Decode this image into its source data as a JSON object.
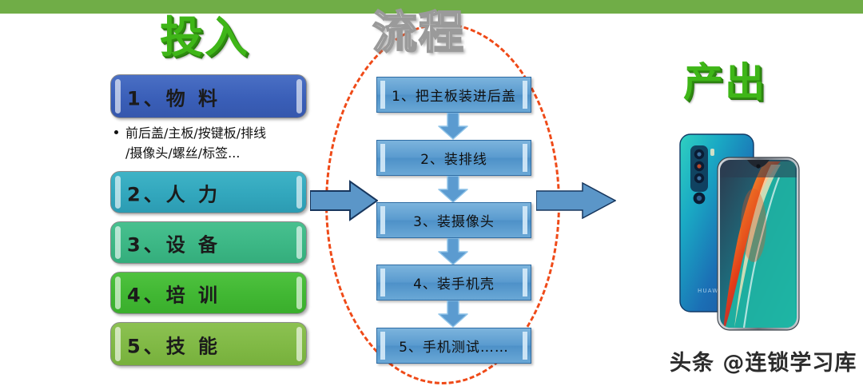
{
  "slide": {
    "background_color": "#ffffff",
    "top_band_color": "#70ad47"
  },
  "sections": {
    "input": {
      "heading": "投入",
      "heading_color": "#3fb618",
      "items": [
        {
          "label": "1、物  料",
          "color": "#3a5fb8"
        },
        {
          "label": "2、人  力",
          "color": "#32a7bd"
        },
        {
          "label": "3、设  备",
          "color": "#3cb785"
        },
        {
          "label": "4、培  训",
          "color": "#41b733"
        },
        {
          "label": "5、技  能",
          "color": "#80b945"
        }
      ],
      "note": {
        "line1": "前后盖/主板/按键板/排线",
        "line2": "/摄像头/螺丝/标签..."
      }
    },
    "process": {
      "heading": "流程",
      "heading_color": "#ffffff",
      "outline_color": "#9a9a9a",
      "ellipse_color": "#ef4a18",
      "box_color": "#5a9bcf",
      "steps": [
        {
          "label": "1、把主板装进后盖"
        },
        {
          "label": "2、装排线"
        },
        {
          "label": "3、装摄像头"
        },
        {
          "label": "4、装手机壳"
        },
        {
          "label": "5、手机测试……"
        }
      ]
    },
    "output": {
      "heading": "产出",
      "heading_color": "#3fb618",
      "photo_alt": "huawei-smartphone-pair"
    }
  },
  "connectors": {
    "input_to_process": "arrow-right-input-to-process",
    "process_to_output": "arrow-right-process-to-output",
    "step_arrow": "arrow-down-step",
    "arrow_color": "#5b96c8",
    "arrow_outline": "#1f3864"
  },
  "watermark": {
    "text": "头条 @连锁学习库"
  }
}
